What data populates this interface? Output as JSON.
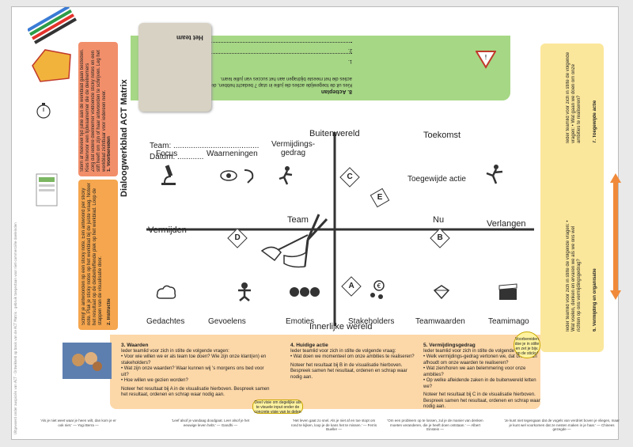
{
  "page": {
    "title": "Dialoogwerkblad ACT Matrix",
    "left_strip": "Uitgevoerd onder auspiciën van ACT - Ontwikkeld op basis van de ACT Matrix - gebruik toegestaan voor niet-commerciële doeleinden"
  },
  "matrix": {
    "buitenwereld": "Buitenwereld",
    "innerlijke_wereld": "Innerlijke wereld",
    "vermijden": "Vermijden",
    "verlangen": "Verlangen",
    "team": "Team",
    "nu": "Nu",
    "toekomst": "Toekomst",
    "team_field": "Team: .......................................",
    "datum_field": "Datum: ............",
    "focus": "Focus",
    "waarneningen": "Waarneningen",
    "vermijdingsgedrag": "Vermijdings-\ngedrag",
    "toegewijde_actie": "Toegewijde actie",
    "gedachtes": "Gedachtes",
    "gevoelens": "Gevoelens",
    "emoties": "Emoties",
    "stakeholders": "Stakeholders",
    "teamwaarden": "Teamwaarden",
    "teamimago": "Teamimago",
    "box_A": "A",
    "box_B": "B",
    "box_C": "C",
    "box_D": "D",
    "box_E": "E"
  },
  "left": {
    "section1_title": "1. Voorbereiden",
    "section1_text": "Zorg dat iedere deelnemer voldoende sticky notes en een stift heeft om zijn of haar antwoorden te schrijven. Leg het werkblad zichtbaar voor iedereen neer.",
    "section1_extra": "Stem af hoeveel tijd jullie aan de werkblad gaan besteden. Kies hiervoor een tijdwaarnemer die de deelnemers attendeert indien nodig.",
    "section2_title": "2. Instructie",
    "section2_text": "Schrijf je antwoorden op een sticky note. Eén antwoord per sticky note. Plak je sticky notes op het werkblad bij de juiste vraag. Noteer het resultaat op de desbetreffende plek op het werkblad. Loop de stappen van de visualisatie door."
  },
  "green": {
    "section8_title": "8. Actieplan",
    "section8_text": "Kies uit de toegewijde acties die jullie in stap 7 bedacht hebben, de acties die het meeste bijdragen aan het succes van jullie team.",
    "lines": [
      "1.",
      "2.",
      "3."
    ],
    "paper_label": "Het team"
  },
  "bottom": {
    "s3_title": "3. Waarden",
    "s3_intro": "Ieder teamlid voor zich in stilte de volgende vragen:",
    "s3_q1": "• Voor wie willen we er als team toe doen? Wie zijn onze klant(en) en stakeholders?",
    "s3_q2": "• Wat zijn onze waarden? Waar kunnen wij 's morgens ons bed voor uit?",
    "s3_q3": "• Hoe willen we gezien worden?",
    "s3_note": "Noteer het resultaat bij A in de visualisatie hierboven. Bespreek samen het resultaat, ordenen en schrap waar nodig aan.",
    "s4_title": "4. Huidige actie",
    "s4_intro": "Ieder teamlid voor zich in stilte de volgende vraag:",
    "s4_q1": "• Wat doen we momenteel om onze ambities te realiseren?",
    "s4_note": "Noteer het resultaat bij B in de visualisatie hierboven. Bespreek samen het resultaat, ordenen en schrap waar nodig aan.",
    "s5_title": "5. Vermijdingsgedrag",
    "s5_intro": "Ieder teamlid voor zich in stilte de volgende vragen:",
    "s5_q1": "• Welk vermijdings-gedrag vertonen we, dat ons ervan afhoudt om onze waarden te realiseren?",
    "s5_q2": "• Wat zien/horen we aan belemmering voor onze ambities?",
    "s5_q3": "• Op welke afleidende zaken in de buitenwereld letten we?",
    "s5_note": "Noteer het resultaat bij C in de visualisatie hierboven. Bespreek samen het resultaat, ordenen en schrap waar nodig aan.",
    "bubble1": "Deel visie om degelijke als te visuele input onder de concrete visie van te delen",
    "bubble2": "Voorbereiden doe je in stilte en zet je bijv. op de sticky!"
  },
  "right": {
    "s6_title": "6. Vermijding en organisatie",
    "s6_text": "Ieder teamlid voor zich in stilte de volgende vragen: • Wat voelen, denken en ervaren we als we ons wel richten op ons vermijdingsgedrag?",
    "s7_title": "7. Toegewijde actie",
    "s7_text": "Ieder teamlid voor zich in stilte de volgende vragen: • Wat gaan we doen om onze ambities te realiseren?",
    "yellow_note": "Verlangen"
  },
  "quotes": {
    "q1": "'Als je niet weet waar je heen wilt, dan kom je er ook niet.' — Yogi Berra —",
    "q2": "'Leef alsof je vandaag doodgaat. Leer alsof je het eeuwige leven hebt.' — Gandhi —",
    "q3": "'Het leven gaat zo snel. Als je niet af en toe stopt om rond te kijken, loop je de kans het te missen.' — Ferris Bueller —",
    "q4": "'Om een probleem op te lossen, zul je de manier van denken moeten veranderen, die je heeft doen ontstaan.' — Albert Einstein —",
    "q5": "'Je kunt niet tegengaan dat de vogels van verdriet boven je vliegen, maar je kunt wel voorkomen dat ze nesten maken in je haar.' — Chinees gezegde —"
  },
  "colors": {
    "green": "#a6d785",
    "yellow": "#fbe79b",
    "orange": "#f28f6b",
    "peach": "#fcd7a8"
  }
}
